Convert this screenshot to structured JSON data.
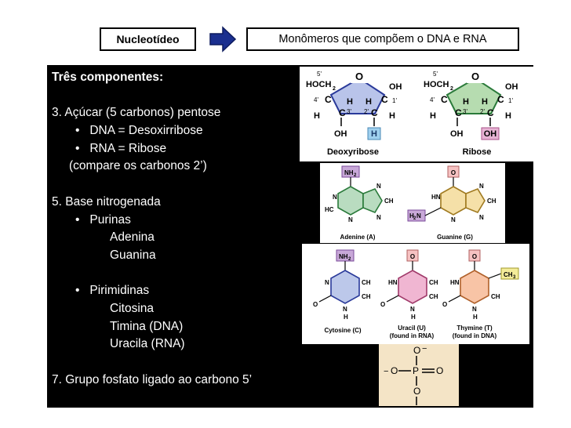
{
  "header": {
    "nucleotide_label": "Nucleotídeo",
    "monomers_label": "Monômeros que compõem o DNA e RNA"
  },
  "content": {
    "title": "Três componentes:",
    "sugar_item": "3.  Açúcar (5 carbonos) pentose",
    "dna_sugar": "DNA = Desoxirribose",
    "rna_sugar": "RNA = Ribose",
    "compare_note": "(compare os carbonos 2’)",
    "base_item": "5.  Base nitrogenada",
    "purines": "Purinas",
    "adenine": "Adenina",
    "guanine": "Guanina",
    "pyrimidines": "Pirimidinas",
    "cytosine": "Citosina",
    "thymine": "Timina (DNA)",
    "uracil": "Uracila (RNA)",
    "phosphate_item": "7.  Grupo fosfato ligado ao carbono 5’",
    "bullet": "•"
  },
  "figures": {
    "sugars": {
      "deoxy_label": "Deoxyribose",
      "ribose_label": "Ribose",
      "hoch2": "HOCH",
      "sub2": "2",
      "five_prime": "5'",
      "four_prime": "4'",
      "one_prime": "1'",
      "three_prime": "3'",
      "two_prime": "2'",
      "o": "O",
      "oh": "OH",
      "h": "H",
      "c": "C"
    },
    "purines": {
      "adenine_label": "Adenine (A)",
      "guanine_label": "Guanine (G)",
      "nh2": "NH",
      "sub2": "2",
      "h2n": "H",
      "n": "N",
      "hc": "HC",
      "ch": "CH",
      "hn": "HN",
      "o": "O"
    },
    "pyrimidines": {
      "cytosine_label": "Cytosine (C)",
      "uracil_label": "Uracil (U)",
      "uracil_note": "(found in RNA)",
      "thymine_label": "Thymine (T)",
      "thymine_note": "(found in DNA)",
      "nh2": "NH",
      "sub2": "2",
      "ch3": "CH",
      "sub3": "3",
      "o": "O",
      "n": "N",
      "hn": "HN",
      "h": "H",
      "ch": "CH"
    },
    "phosphate": {
      "o": "O",
      "p": "P",
      "minus": "−"
    }
  },
  "colors": {
    "deoxyribose_fill": "#b9c4ea",
    "ribose_fill": "#b6dcb0",
    "adenine_fill": "#b9dcc0",
    "guanine_fill": "#f5e0a8",
    "cytosine_fill": "#bcc8ea",
    "uracil_fill": "#f0b6d2",
    "thymine_fill": "#f8c4a6",
    "phosphate_fill": "#f4e4c6",
    "h_highlight": "#9fd0ee",
    "oh_highlight": "#e7b3d4",
    "nh2_highlight": "#c8a8d8",
    "o_highlight": "#f6c2c2",
    "ch3_highlight": "#f4ec9a",
    "arrow_fill": "#1a2f8f"
  }
}
